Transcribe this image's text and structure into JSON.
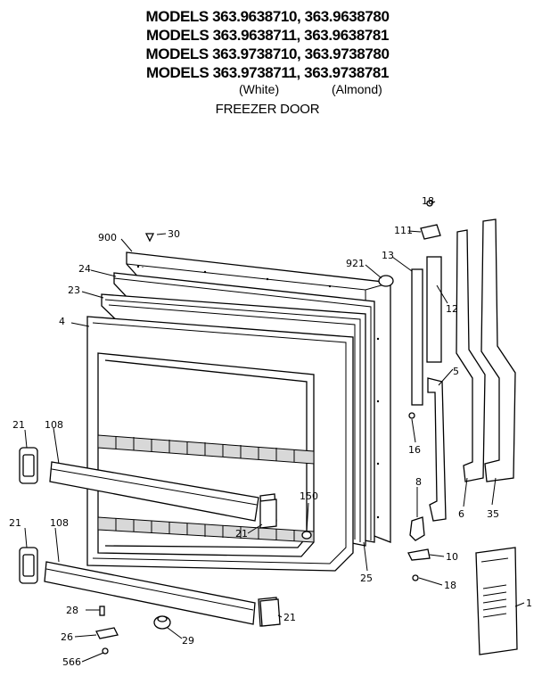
{
  "header": {
    "models": [
      "MODELS 363.9638710, 363.9638780",
      "MODELS 363.9638711, 363.9638781",
      "MODELS 363.9738710, 363.9738780",
      "MODELS 363.9738711, 363.9738781"
    ],
    "color_white": "(White)",
    "color_almond": "(Almond)",
    "title": "FREEZER DOOR"
  },
  "callouts": {
    "c18a": "18",
    "c111": "111",
    "c900": "900",
    "c30": "30",
    "c921": "921",
    "c13": "13",
    "c24": "24",
    "c12": "12",
    "c23": "23",
    "c4": "4",
    "c5": "5",
    "c21a": "21",
    "c108a": "108",
    "c16": "16",
    "c150": "150",
    "c8": "8",
    "c21b": "21",
    "c21c": "21",
    "c108b": "108",
    "c6": "6",
    "c35": "35",
    "c10": "10",
    "c25": "25",
    "c18b": "18",
    "c1": "1",
    "c28": "28",
    "c21d": "21",
    "c26": "26",
    "c29": "29",
    "c566": "566"
  }
}
